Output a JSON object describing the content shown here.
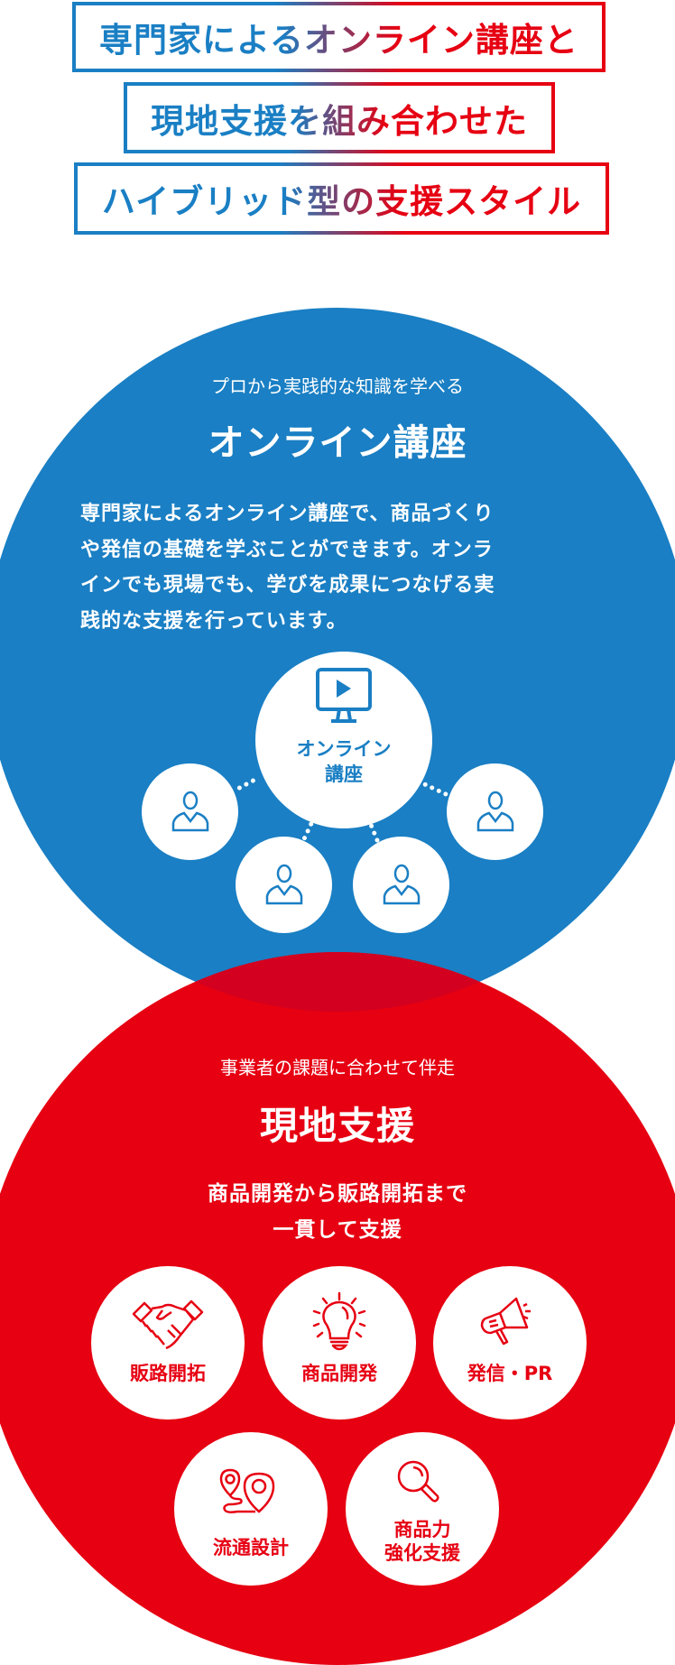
{
  "headline": {
    "line1": "専門家によるオンライン講座と",
    "line2": "現地支援を組み合わせた",
    "line3": "ハイブリッド型の支援スタイル"
  },
  "colors": {
    "blue": "#1a7fc4",
    "red": "#e60012",
    "overlap": "#d3001f"
  },
  "online": {
    "subtitle": "プロから実践的な知識を学べる",
    "title": "オンライン講座",
    "body": [
      "専門家によるオンライン講座で、商品づくり",
      "や発信の基礎を学ぶことができます。オンラ",
      "インでも現場でも、学びを成果につなげる実",
      "践的な支援を行っています。"
    ],
    "hub_label_line1": "オンライン",
    "hub_label_line2": "講座",
    "hub_icon": "monitor-play-icon",
    "participant_icon": "person-icon"
  },
  "onsite": {
    "subtitle": "事業者の課題に合わせて伴走",
    "title": "現地支援",
    "lead_line1": "商品開発から販路開拓まで",
    "lead_line2": "一貫して支援",
    "items": [
      {
        "label": "販路開拓",
        "icon": "handshake-icon"
      },
      {
        "label": "商品開発",
        "icon": "lightbulb-icon"
      },
      {
        "label": "発信・PR",
        "icon": "megaphone-icon"
      },
      {
        "label": "流通設計",
        "icon": "map-pin-route-icon"
      },
      {
        "label_line1": "商品力",
        "label_line2": "強化支援",
        "icon": "magnifier-icon"
      }
    ]
  }
}
